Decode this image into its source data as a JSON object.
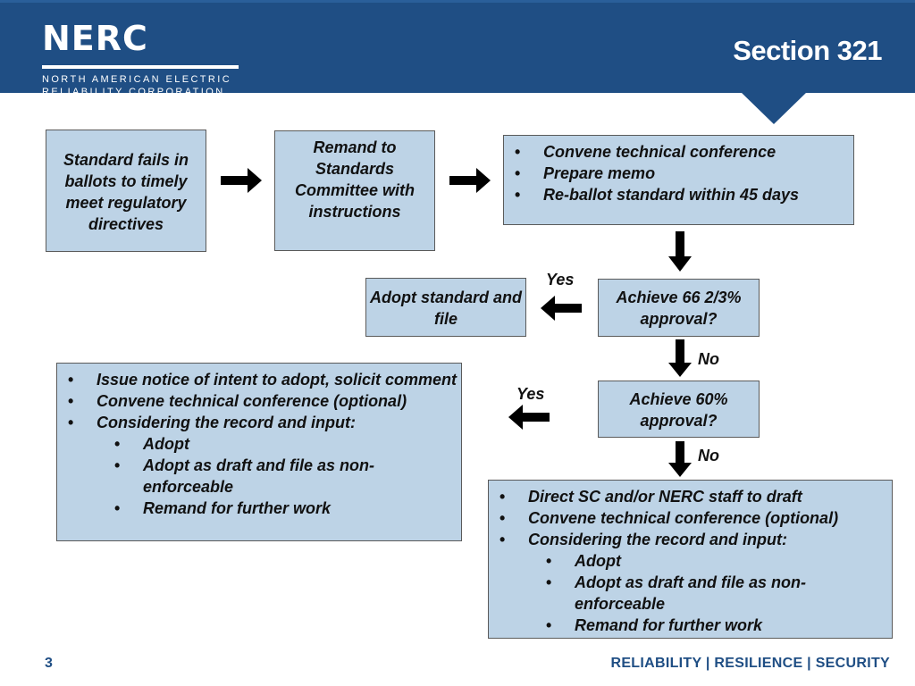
{
  "header": {
    "logo_word": "NERC",
    "logo_line1": "NORTH AMERICAN ELECTRIC",
    "logo_line2": "RELIABILITY CORPORATION",
    "section_title": "Section 321"
  },
  "flow": {
    "box_fail": "Standard fails in ballots to timely meet regulatory directives",
    "box_remand": "Remand to Standards Committee with instructions",
    "box_steps": [
      "Convene technical conference",
      "Prepare memo",
      "Re-ballot standard within 45 days"
    ],
    "box_66": "Achieve 66 2/3% approval?",
    "box_adopt": "Adopt standard and file",
    "box_60": "Achieve 60% approval?",
    "box_notice": {
      "items": [
        "Issue notice of intent to adopt, solicit comment",
        "Convene technical conference (optional)",
        "Considering the record and input:"
      ],
      "subitems": [
        "Adopt",
        "Adopt as draft and file as non-enforceable",
        "Remand for further work"
      ]
    },
    "box_direct": {
      "items": [
        "Direct SC and/or NERC staff to draft",
        "Convene technical conference (optional)",
        "Considering the record and input:"
      ],
      "subitems": [
        "Adopt",
        "Adopt as draft and file as non-enforceable",
        "Remand for further work"
      ]
    },
    "labels": {
      "yes_66": "Yes",
      "no_66": "No",
      "yes_60": "Yes",
      "no_60": "No"
    }
  },
  "footer": {
    "page_number": "3",
    "tagline": "RELIABILITY | RESILIENCE | SECURITY"
  },
  "colors": {
    "header_blue": "#1f4e84",
    "box_fill": "#bdd3e6",
    "arrow": "#000000"
  }
}
